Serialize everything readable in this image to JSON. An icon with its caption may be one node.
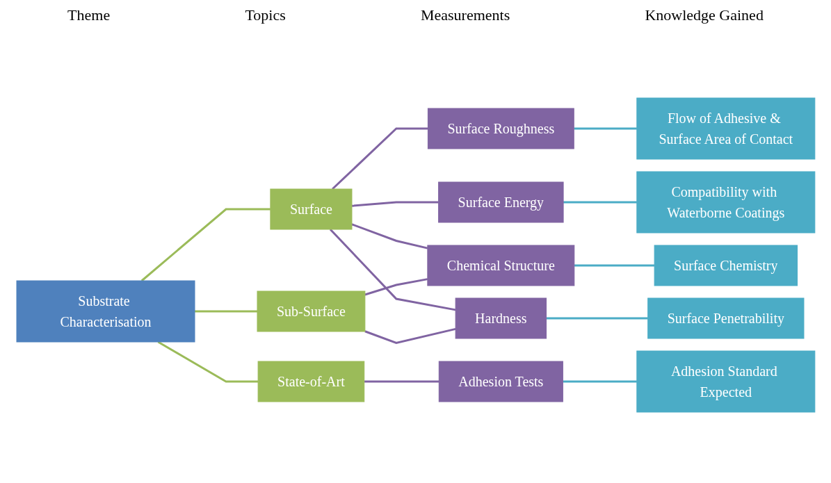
{
  "diagram": {
    "nodes": [
      {
        "text": [
          "Substrate Characterisation"
        ]
      },
      {
        "text": [
          "Surface"
        ]
      },
      {
        "text": [
          "Sub-Surface"
        ]
      },
      {
        "text": [
          "State-of-Art"
        ]
      },
      {
        "text": [
          "Surface Roughness"
        ]
      },
      {
        "text": [
          "Surface Energy"
        ]
      },
      {
        "text": [
          "Chemical Structure"
        ]
      },
      {
        "text": [
          "Hardness"
        ]
      },
      {
        "text": [
          "Adhesion Tests"
        ]
      },
      {
        "text": [
          "Flow of Adhesive & Surface Area of Contact"
        ]
      },
      {
        "text": [
          "Compatibility with Waterborne Coatings"
        ]
      },
      {
        "text": [
          "Surface Chemistry"
        ]
      },
      {
        "text": [
          "Surface Penetrability"
        ]
      },
      {
        "text": [
          "Adhesion Standard Expected"
        ]
      }
    ],
    "edges": [
      {
        "from": 0,
        "to": 1,
        "arrow": "none",
        "color": "#9bbb59"
      },
      {
        "from": 0,
        "to": 2,
        "arrow": "none",
        "color": "#9bbb59"
      },
      {
        "from": 0,
        "to": 3,
        "arrow": "none",
        "color": "#9bbb59"
      },
      {
        "from": 1,
        "to": 4,
        "arrow": "none",
        "color": "#8064a2"
      },
      {
        "from": 1,
        "to": 5,
        "arrow": "none",
        "color": "#8064a2"
      },
      {
        "from": 1,
        "to": 6,
        "arrow": "none",
        "color": "#8064a2"
      },
      {
        "from": 1,
        "to": 7,
        "arrow": "none",
        "color": "#8064a2"
      },
      {
        "from": 2,
        "to": 6,
        "arrow": "none",
        "color": "#8064a2"
      },
      {
        "from": 2,
        "to": 7,
        "arrow": "none",
        "color": "#8064a2"
      },
      {
        "from": 3,
        "to": 8,
        "arrow": "none",
        "color": "#8064a2"
      },
      {
        "from": 4,
        "to": 9,
        "arrow": "none",
        "color": "#4bacc6"
      },
      {
        "from": 5,
        "to": 10,
        "arrow": "none",
        "color": "#4bacc6"
      },
      {
        "from": 6,
        "to": 11,
        "arrow": "none",
        "color": "#4bacc6"
      },
      {
        "from": 7,
        "to": 12,
        "arrow": "none",
        "color": "#4bacc6"
      },
      {
        "from": 8,
        "to": 13,
        "arrow": "none",
        "color": "#4bacc6"
      }
    ],
    "labels": [
      "Theme",
      "Topics",
      "Measurements",
      "Knowledge Gained"
    ]
  }
}
